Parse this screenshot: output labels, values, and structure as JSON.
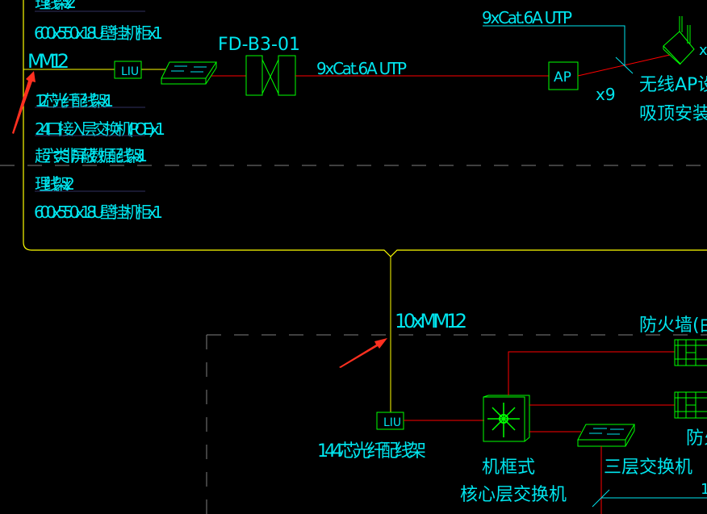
{
  "colors": {
    "background": "#000000",
    "text": "#00e5ee",
    "device": "#00ff00",
    "cable_copper": "#ff0000",
    "cable_fiber": "#ffff00",
    "boundary": "#808080",
    "annotation_arrow": "#ff3020"
  },
  "floor_rack": {
    "top_items": [
      "理线架x2",
      "600x550x18U壁挂机柜x1"
    ],
    "fiber_label": "MM12",
    "liu_label": "LIU",
    "fd_label": "FD-B3-01",
    "cable_label": "9xCat.6A UTP",
    "items": [
      "12芯光纤配线架x1",
      "24口接入层交换机(POE)x1",
      "超六类非屏蔽数据配线架x1",
      "理线架x2",
      "600x550x18U壁挂机柜x1"
    ]
  },
  "wireless": {
    "ap_label": "AP",
    "cable_label": "9xCat.6A UTP",
    "count": "x9",
    "desc_line1": "无线AP设备",
    "desc_line2": "吸顶安装",
    "edge_fragment": "x"
  },
  "core": {
    "backbone_label": "10xMM12",
    "liu_label": "LIU",
    "odf_label": "144芯光纤配线架",
    "core_switch_line1": "机框式",
    "core_switch_line2": "核心层交换机",
    "l3_switch_label": "三层交换机",
    "firewall_label": "防火墙(由智",
    "firewall_label2": "防火",
    "edge_fragment": "1"
  }
}
